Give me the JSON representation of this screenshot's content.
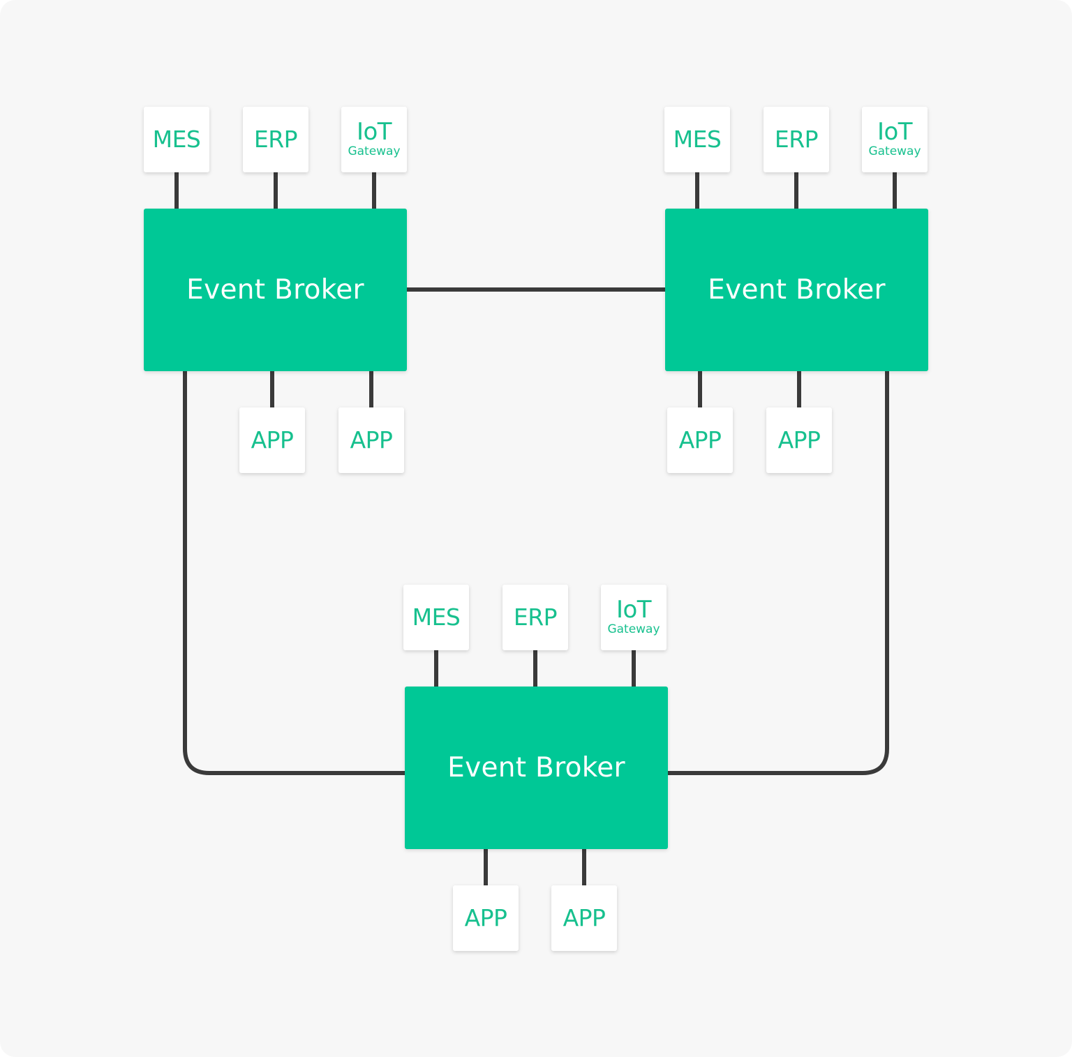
{
  "colors": {
    "background": "#f7f7f7",
    "broker_fill": "#00c896",
    "node_text": "#17c08e",
    "connector": "#3a3a3a"
  },
  "clusters": [
    {
      "broker": {
        "label": "Event Broker"
      },
      "sources": [
        {
          "label": "MES"
        },
        {
          "label": "ERP"
        },
        {
          "label": "IoT",
          "sublabel": "Gateway"
        }
      ],
      "apps": [
        {
          "label": "APP"
        },
        {
          "label": "APP"
        }
      ]
    },
    {
      "broker": {
        "label": "Event Broker"
      },
      "sources": [
        {
          "label": "MES"
        },
        {
          "label": "ERP"
        },
        {
          "label": "IoT",
          "sublabel": "Gateway"
        }
      ],
      "apps": [
        {
          "label": "APP"
        },
        {
          "label": "APP"
        }
      ]
    },
    {
      "broker": {
        "label": "Event Broker"
      },
      "sources": [
        {
          "label": "MES"
        },
        {
          "label": "ERP"
        },
        {
          "label": "IoT",
          "sublabel": "Gateway"
        }
      ],
      "apps": [
        {
          "label": "APP"
        },
        {
          "label": "APP"
        }
      ]
    }
  ]
}
